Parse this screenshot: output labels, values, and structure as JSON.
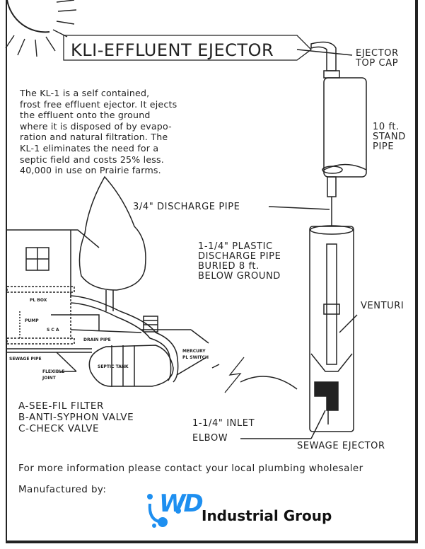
{
  "title": "KLI-EFFLUENT EJECTOR",
  "description_lines": [
    "The KL-1 is a self contained,",
    "frost free effluent ejector. It ejects",
    "the effluent onto the ground",
    "where it is disposed of by evapo-",
    "ration and natural filtration. The",
    "KL-1 eliminates the need for a",
    "septic field and costs 25% less.",
    "40,000 in use on Prairie farms."
  ],
  "labels": {
    "top_cap": [
      "EJECTOR",
      "TOP CAP"
    ],
    "stand_pipe": [
      "10 ft.",
      "STAND",
      "PIPE"
    ],
    "discharge_pipe": "3/4\" DISCHARGE PIPE",
    "plastic_pipe": [
      "1-1/4\" PLASTIC",
      "DISCHARGE PIPE",
      "BURIED 8 ft.",
      "BELOW GROUND"
    ],
    "venturi": "VENTURI",
    "inlet_elbow": [
      "1-1/4\" INLET",
      "ELBOW"
    ],
    "sewage_ejector": "SEWAGE EJECTOR",
    "pl_box": "PL BOX",
    "pump": "PUMP",
    "sca": "S C A",
    "drain_pipe": "DRAIN PIPE",
    "sewage_pipe": "SEWAGE PIPE",
    "flexible_joint": [
      "FLEXIBLE",
      "JOINT"
    ],
    "septic_tank": "SEPTIC TANK",
    "mercury_switch": [
      "MERCURY",
      "PL SWITCH"
    ]
  },
  "legend": [
    "A-SEE-FIL FILTER",
    "B-ANTI-SYPHON VALVE",
    "C-CHECK VALVE"
  ],
  "footer": {
    "contact": "For more information please contact your local plumbing wholesaler",
    "manufactured_by": "Manufactured by:"
  },
  "brand": {
    "logo_text": "WD",
    "name": "Industrial Group",
    "color": "#1e8ff0"
  }
}
